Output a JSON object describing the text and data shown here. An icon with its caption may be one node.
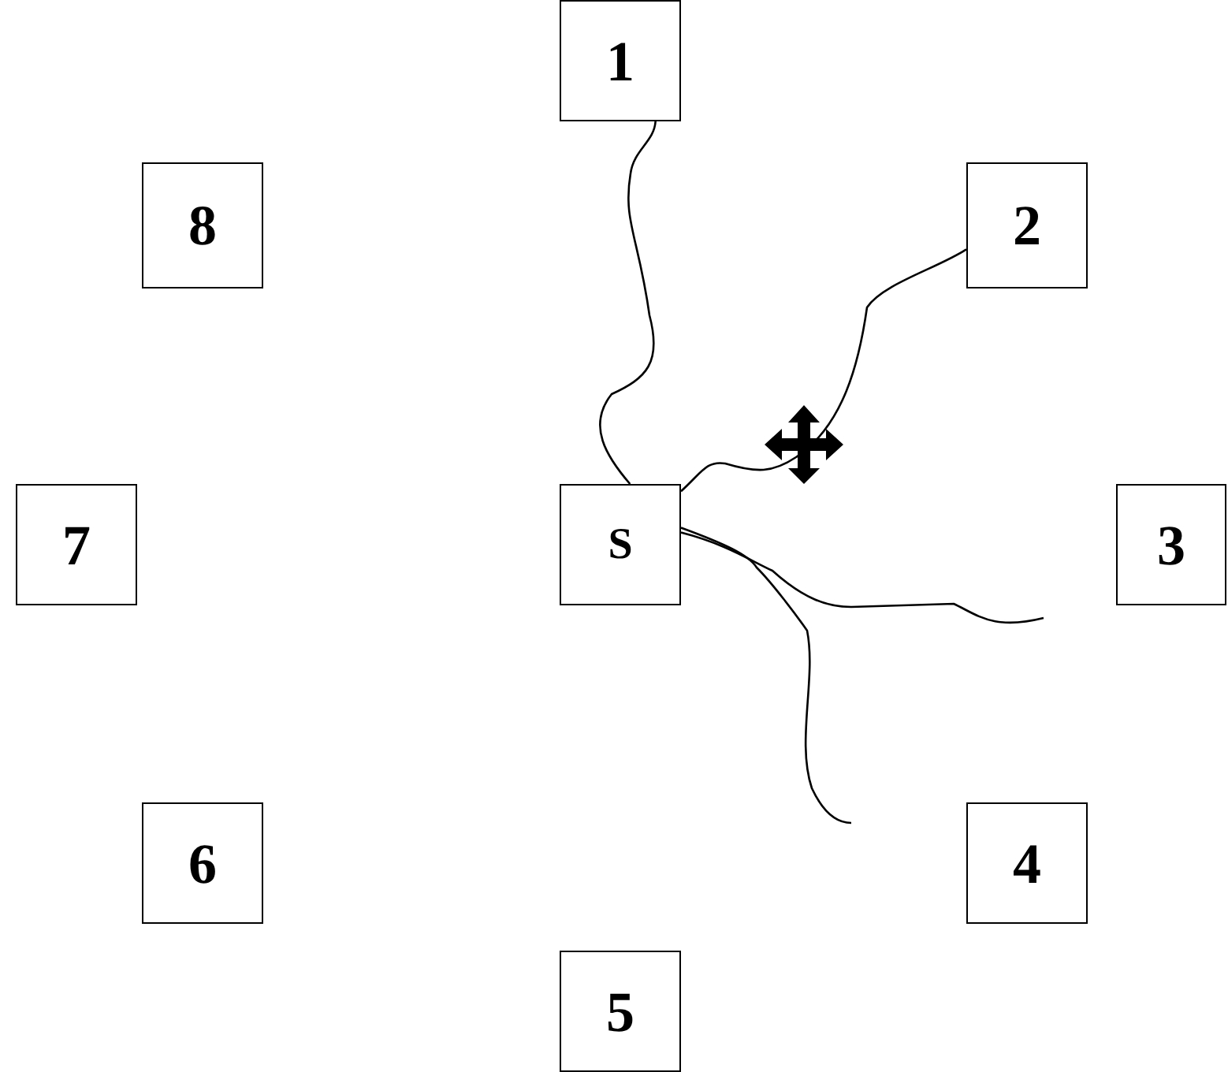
{
  "diagram": {
    "nodes": [
      {
        "text": [
          "1"
        ]
      },
      {
        "text": [
          "8"
        ]
      },
      {
        "text": [
          "2"
        ]
      },
      {
        "text": [
          "7"
        ]
      },
      {
        "text": [
          "S"
        ]
      },
      {
        "text": [
          "3"
        ]
      },
      {
        "text": [
          "6"
        ]
      },
      {
        "text": [
          "4"
        ]
      },
      {
        "text": [
          "5"
        ]
      }
    ],
    "edges": [
      {
        "from": 4,
        "to": 0,
        "arrow": "none"
      },
      {
        "from": 4,
        "to": 2,
        "arrow": "none"
      },
      {
        "from": 4,
        "to": null,
        "arrow": "none"
      },
      {
        "from": 4,
        "to": null,
        "arrow": "none"
      }
    ]
  }
}
